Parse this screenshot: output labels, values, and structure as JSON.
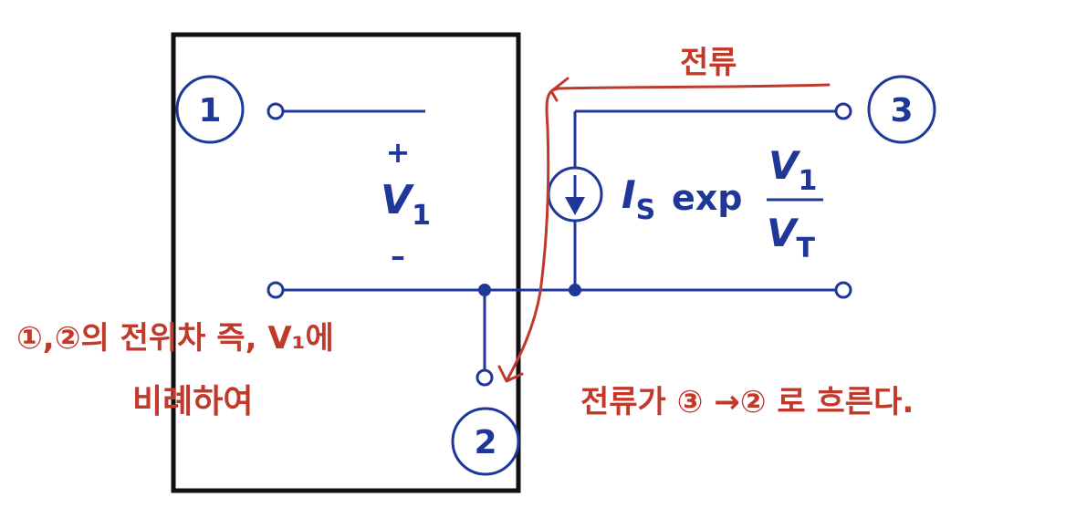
{
  "nodes": {
    "n1": "1",
    "n2": "2",
    "n3": "3"
  },
  "port": {
    "plus": "+",
    "minus": "–",
    "v_main": "V",
    "v_sub": "1"
  },
  "source": {
    "i_main": "I",
    "i_sub": "S",
    "exp": "exp",
    "num_main": "V",
    "num_sub": "1",
    "den_main": "V",
    "den_sub": "T"
  },
  "annotations": {
    "current_top": "전류",
    "left_line1": "①,②의 전위차 즉, V₁에",
    "left_line2": "비례하여",
    "right_text": "전류가 ③ →② 로 흐른다."
  },
  "colors": {
    "ink": "#1e3799",
    "annotation": "#c0392b"
  }
}
